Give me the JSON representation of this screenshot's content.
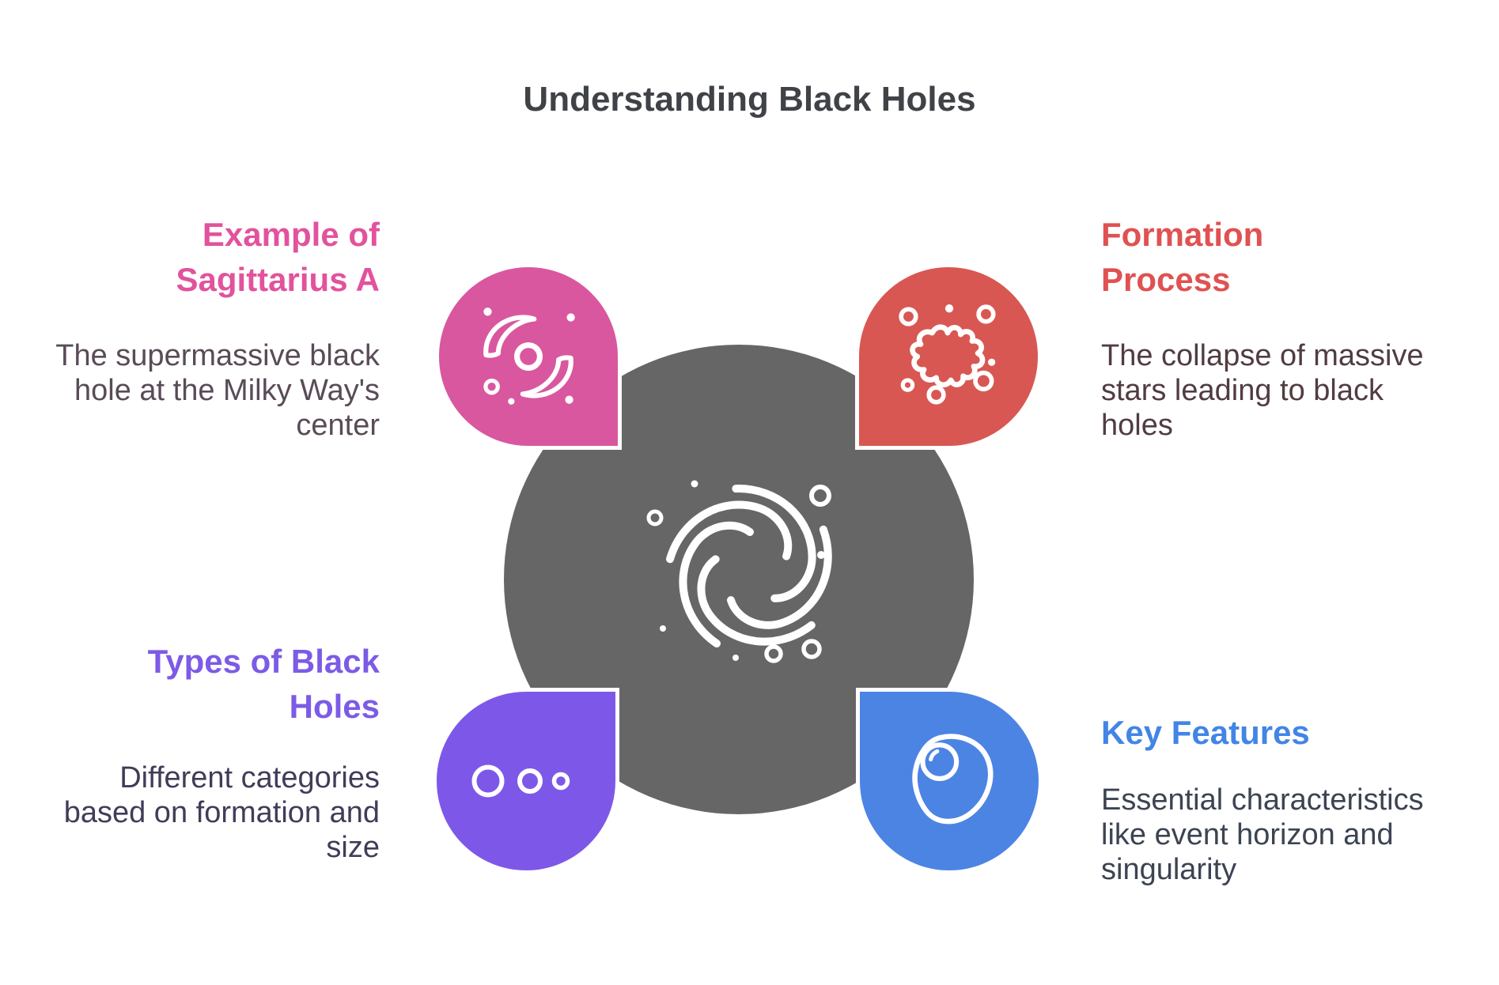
{
  "title": "Understanding Black Holes",
  "colors": {
    "background": "#ffffff",
    "title_text": "#3f4246",
    "center_circle": "#666666",
    "icon_stroke": "#ffffff"
  },
  "center": {
    "icon": "black-hole-vortex-icon"
  },
  "sections": {
    "sagittarius": {
      "heading": "Example of Sagittarius A",
      "heading_lines": [
        "Example of",
        "Sagittarius A"
      ],
      "body": "The supermassive black hole at the Milky Way's center",
      "body_lines": [
        "The supermassive black",
        "hole at the Milky Way's",
        "center"
      ],
      "heading_color": "#e2529d",
      "body_color": "#594b57",
      "shape_color": "#d9579f",
      "icon": "galaxy-icon"
    },
    "formation": {
      "heading": "Formation Process",
      "heading_lines": [
        "Formation",
        "Process"
      ],
      "body": "The collapse of massive stars leading to black holes",
      "body_lines": [
        "The collapse of massive",
        "stars leading to black",
        "holes"
      ],
      "heading_color": "#e05152",
      "body_color": "#513c41",
      "shape_color": "#d95752",
      "icon": "star-splat-icon"
    },
    "types": {
      "heading": "Types of Black Holes",
      "heading_lines": [
        "Types of Black",
        "Holes"
      ],
      "body": "Different categories based on formation and size",
      "body_lines": [
        "Different categories",
        "based on formation and",
        "size"
      ],
      "heading_color": "#7c5be6",
      "body_color": "#413c58",
      "shape_color": "#7d58e8",
      "icon": "three-sizes-circles-icon"
    },
    "features": {
      "heading": "Key Features",
      "heading_lines": [
        "Key Features"
      ],
      "body": "Essential characteristics like event horizon and singularity",
      "body_lines": [
        "Essential characteristics",
        "like event horizon and",
        "singularity"
      ],
      "heading_color": "#4285e6",
      "body_color": "#3c4452",
      "shape_color": "#4c84e4",
      "icon": "event-horizon-icon"
    }
  }
}
